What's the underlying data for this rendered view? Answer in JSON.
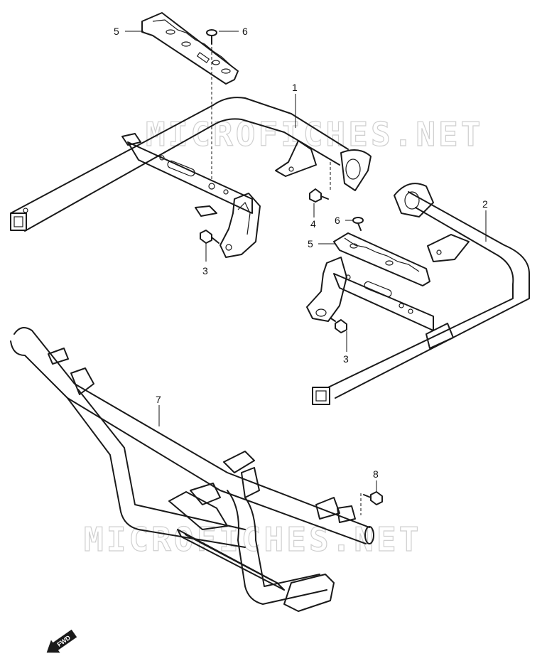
{
  "watermark": {
    "text": "MICROFICHES.NET"
  },
  "callouts": {
    "c1": "1",
    "c2": "2",
    "c3a": "3",
    "c3b": "3",
    "c4": "4",
    "c5a": "5",
    "c5b": "5",
    "c6a": "6",
    "c6b": "6",
    "c7": "7",
    "c8": "8"
  },
  "direction_arrow": {
    "label": "FWD",
    "icon": "forward-arrow-icon"
  },
  "colors": {
    "line": "#1a1a1a",
    "watermark": "#cfcfcf",
    "background": "#ffffff"
  }
}
